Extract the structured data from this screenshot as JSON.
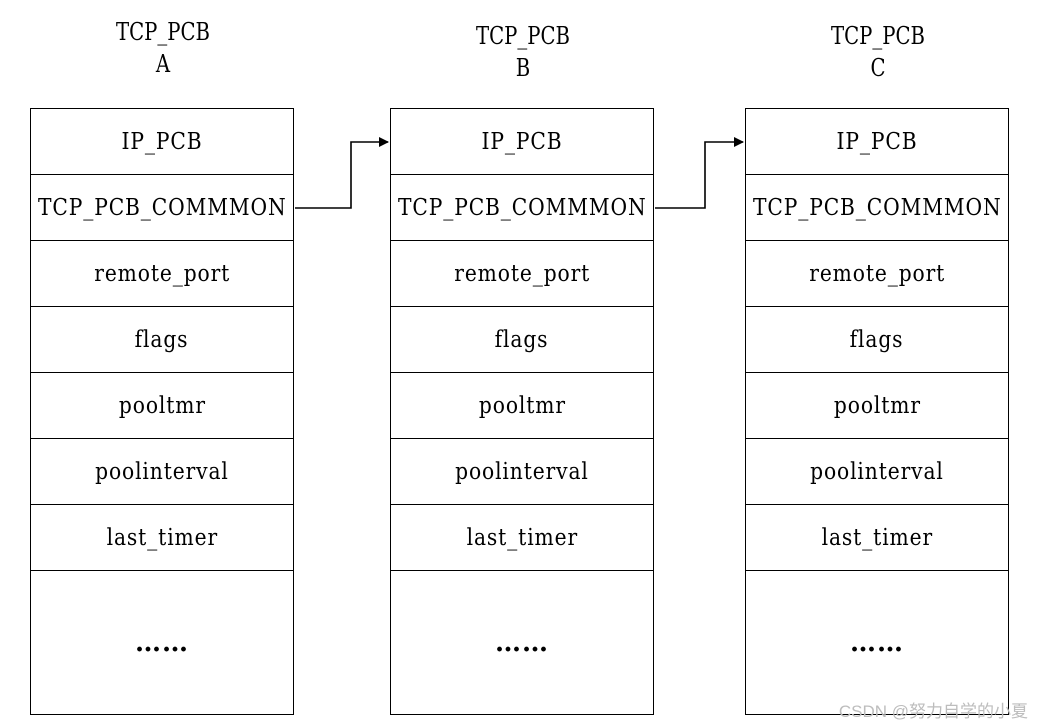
{
  "structs": [
    {
      "title": "TCP_PCB",
      "label": "A",
      "fields": [
        "IP_PCB",
        "TCP_PCB_COMMMON",
        "remote_port",
        "flags",
        "pooltmr",
        "poolinterval",
        "last_timer"
      ],
      "ellipsis": "……"
    },
    {
      "title": "TCP_PCB",
      "label": "B",
      "fields": [
        "IP_PCB",
        "TCP_PCB_COMMMON",
        "remote_port",
        "flags",
        "pooltmr",
        "poolinterval",
        "last_timer"
      ],
      "ellipsis": "……"
    },
    {
      "title": "TCP_PCB",
      "label": "C",
      "fields": [
        "IP_PCB",
        "TCP_PCB_COMMMON",
        "remote_port",
        "flags",
        "pooltmr",
        "poolinterval",
        "last_timer"
      ],
      "ellipsis": "……"
    }
  ],
  "links": [
    {
      "from": "A.TCP_PCB_COMMMON",
      "to": "B.IP_PCB"
    },
    {
      "from": "B.TCP_PCB_COMMMON",
      "to": "C.IP_PCB"
    }
  ],
  "watermark": "CSDN @努力自学的小夏"
}
